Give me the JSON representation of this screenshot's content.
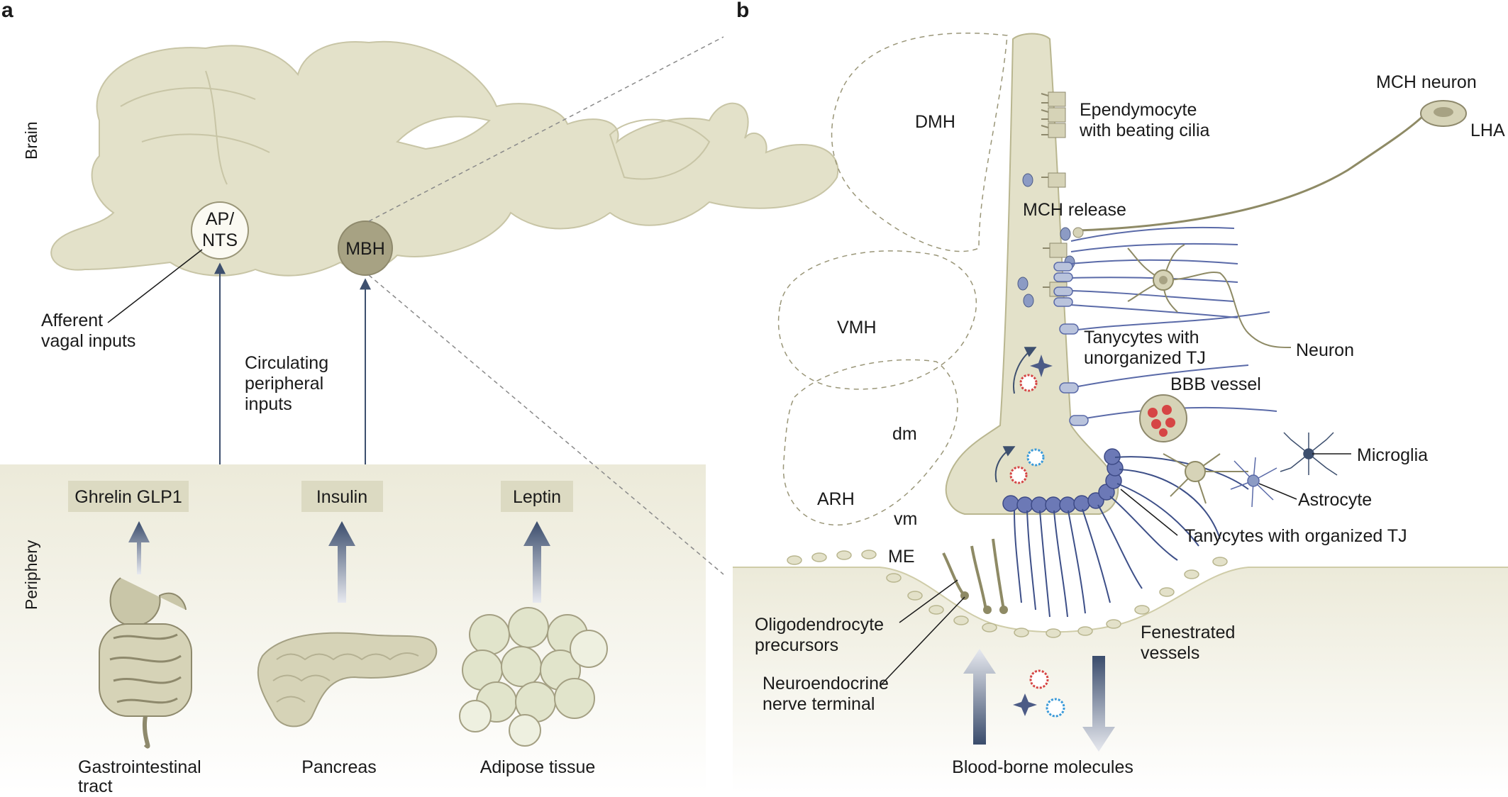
{
  "panel_a": {
    "letter": "a",
    "side_labels": {
      "brain": "Brain",
      "periphery": "Periphery"
    },
    "brain_regions": {
      "ap_line1": "AP/",
      "ap_line2": "NTS",
      "mbh": "MBH"
    },
    "afferent": {
      "line1": "Afferent",
      "line2": "vagal inputs"
    },
    "circulating": {
      "line1": "Circulating",
      "line2": "peripheral",
      "line3": "inputs"
    },
    "hormones": {
      "ghrelin": "Ghrelin GLP1",
      "insulin": "Insulin",
      "leptin": "Leptin"
    },
    "organs": {
      "gi_line1": "Gastrointestinal",
      "gi_line2": "tract",
      "pancreas": "Pancreas",
      "adipose": "Adipose tissue"
    }
  },
  "panel_b": {
    "letter": "b",
    "regions": {
      "dmh": "DMH",
      "vmh": "VMH",
      "dm": "dm",
      "arh": "ARH",
      "vm": "vm",
      "me": "ME"
    },
    "labels": {
      "mch_neuron": "MCH neuron",
      "lha": "LHA",
      "ependymocyte_line1": "Ependymocyte",
      "ependymocyte_line2": "with beating cilia",
      "mch_release": "MCH release",
      "tanycytes_unorg_line1": "Tanycytes with",
      "tanycytes_unorg_line2": "unorganized TJ",
      "neuron": "Neuron",
      "bbb_vessel": "BBB vessel",
      "microglia": "Microglia",
      "astrocyte": "Astrocyte",
      "tanycytes_org": "Tanycytes with organized TJ",
      "fenestrated_line1": "Fenestrated",
      "fenestrated_line2": "vessels",
      "oligo_line1": "Oligodendrocyte",
      "oligo_line2": "precursors",
      "neuroendo_line1": "Neuroendocrine",
      "neuroendo_line2": "nerve terminal",
      "blood_borne": "Blood-borne molecules"
    }
  },
  "colors": {
    "tissue": "#e3e1c9",
    "tissue_stroke": "#b9b68f",
    "mbh": "#a7a283",
    "arrow_blue": "#3d4f6e",
    "tanycyte_blue": "#5a6aa8",
    "light_blue": "#b9c3dc",
    "vessel_red": "#d64545",
    "periphery_bg": "#f0eee3"
  }
}
